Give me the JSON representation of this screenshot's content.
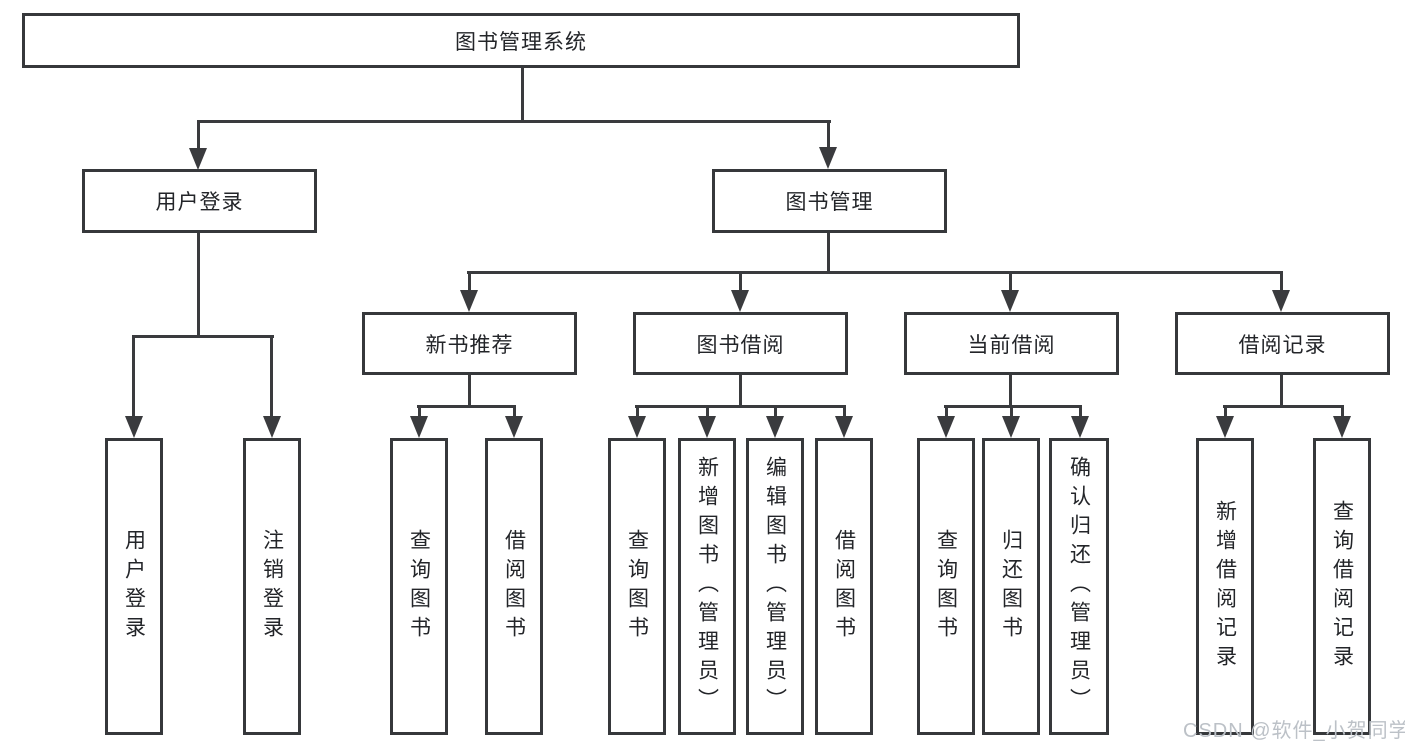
{
  "diagram": {
    "type": "functional-structure-tree",
    "watermark": "CSDN @软件_小贺同学",
    "colors": {
      "background": "#ffffff",
      "box_border": "#36383b",
      "connector_line": "#3a3b3e",
      "text": "#232529",
      "watermark_text": "#bcc1c7"
    },
    "tree": {
      "label": "图书管理系统",
      "children": [
        {
          "label": "用户登录",
          "children": [
            {
              "label": "用户登录"
            },
            {
              "label": "注销登录"
            }
          ]
        },
        {
          "label": "图书管理",
          "children": [
            {
              "label": "新书推荐",
              "children": [
                {
                  "label": "查询图书"
                },
                {
                  "label": "借阅图书"
                }
              ]
            },
            {
              "label": "图书借阅",
              "children": [
                {
                  "label": "查询图书"
                },
                {
                  "label": "新增图书（管理员）"
                },
                {
                  "label": "编辑图书（管理员）"
                },
                {
                  "label": "借阅图书"
                }
              ]
            },
            {
              "label": "当前借阅",
              "children": [
                {
                  "label": "查询图书"
                },
                {
                  "label": "归还图书"
                },
                {
                  "label": "确认归还（管理员）"
                }
              ]
            },
            {
              "label": "借阅记录",
              "children": [
                {
                  "label": "新增借阅记录"
                },
                {
                  "label": "查询借阅记录"
                }
              ]
            }
          ]
        }
      ]
    }
  }
}
